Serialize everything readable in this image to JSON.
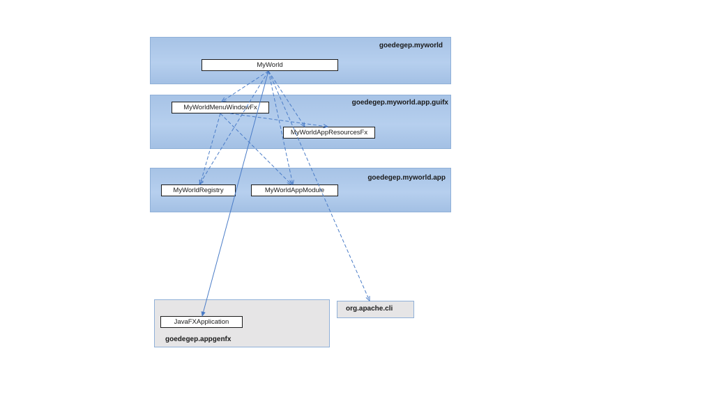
{
  "packages": {
    "myworld": "goedegep.myworld",
    "guifx": "goedegep.myworld.app.guifx",
    "app": "goedegep.myworld.app",
    "appgenfx": "goedegep.appgenfx",
    "apache_cli": "org.apache.cli"
  },
  "classes": {
    "myworld": "MyWorld",
    "menu_window_fx": "MyWorldMenuWindowFx",
    "app_resources_fx": "MyWorldAppResourcesFx",
    "registry": "MyWorldRegistry",
    "app_module": "MyWorldAppModule",
    "javafx_application": "JavaFXApplication"
  },
  "dependencies": [
    {
      "from": "MyWorld",
      "to": "MyWorldMenuWindowFx",
      "style": "dashed"
    },
    {
      "from": "MyWorld",
      "to": "MyWorldAppResourcesFx",
      "style": "dashed"
    },
    {
      "from": "MyWorld",
      "to": "MyWorldRegistry",
      "style": "dashed"
    },
    {
      "from": "MyWorld",
      "to": "MyWorldAppModule",
      "style": "dashed"
    },
    {
      "from": "MyWorld",
      "to": "org.apache.cli",
      "style": "dashed"
    },
    {
      "from": "MyWorld",
      "to": "JavaFXApplication",
      "style": "solid"
    },
    {
      "from": "MyWorldMenuWindowFx",
      "to": "MyWorldAppResourcesFx",
      "style": "dashed"
    },
    {
      "from": "MyWorldMenuWindowFx",
      "to": "MyWorldRegistry",
      "style": "dashed"
    },
    {
      "from": "MyWorldMenuWindowFx",
      "to": "MyWorldAppModule",
      "style": "dashed"
    }
  ],
  "colors": {
    "package_blue": "#a7c3e6",
    "package_gray": "#e6e5e6",
    "arrow": "#4a7cc7"
  }
}
